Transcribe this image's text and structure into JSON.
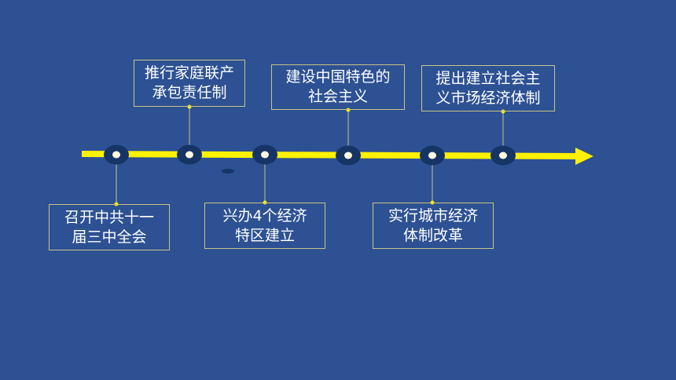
{
  "colors": {
    "background": "#2d5193",
    "axis": "#fff200",
    "node_ring": "#163466",
    "node_center": "#fffbe0",
    "box_border": "#c9c48a",
    "text": "#ffffff"
  },
  "timeline": {
    "events_above": [
      {
        "label": "推行家庭联产承包责任制",
        "lines": [
          "推行家庭联产",
          "承包责任制"
        ]
      },
      {
        "label": "建设中国特色的社会主义",
        "lines": [
          "建设中国特色的",
          "社会主义"
        ]
      },
      {
        "label": "提出建立社会主义市场经济体制",
        "lines": [
          "提出建立社会主",
          "义市场经济体制"
        ]
      }
    ],
    "events_below": [
      {
        "label": "召开中共十一届三中全会",
        "lines": [
          "召开中共十一",
          "届三中全会"
        ]
      },
      {
        "label": "兴办4个经济特区建立",
        "lines": [
          "兴办4个经济",
          "特区建立"
        ]
      },
      {
        "label": "实行城市经济体制改革",
        "lines": [
          "实行城市经济",
          "体制改革"
        ]
      }
    ]
  }
}
